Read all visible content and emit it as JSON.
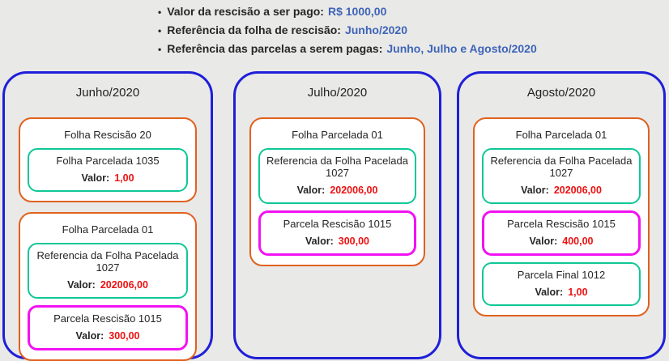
{
  "colors": {
    "page_background": "#e9e9e7",
    "column_border_blue": "#1f1fd9",
    "card_border_orange": "#e0611f",
    "parcel_border_green": "#0ec797",
    "parcel_border_magenta": "#f212f2",
    "value_red": "#ee1111",
    "header_value_blue": "#3e64b8",
    "text": "#262626"
  },
  "header": {
    "bullet_glyph": "•",
    "bullets": [
      {
        "label": "Valor da rescisão a ser pago:",
        "value": "R$ 1000,00"
      },
      {
        "label": "Referência da folha de rescisão:",
        "value": "Junho/2020"
      },
      {
        "label": "Referência das parcelas a serem pagas:",
        "value": "Junho, Julho e Agosto/2020"
      }
    ]
  },
  "columns": [
    {
      "title": "Junho/2020",
      "cards": [
        {
          "title": "Folha Rescisão 20",
          "items": [
            {
              "type": "green",
              "title": "Folha Parcelada 1035",
              "valor_label": "Valor:",
              "valor": "1,00"
            }
          ]
        },
        {
          "title": "Folha Parcelada 01",
          "items": [
            {
              "type": "green",
              "title": "Referencia da Folha Pacelada 1027",
              "valor_label": "Valor:",
              "valor": "202006,00"
            },
            {
              "type": "magenta",
              "title": "Parcela Rescisão 1015",
              "valor_label": "Valor:",
              "valor": "300,00"
            }
          ]
        }
      ]
    },
    {
      "title": "Julho/2020",
      "cards": [
        {
          "title": "Folha Parcelada 01",
          "items": [
            {
              "type": "green",
              "title": "Referencia da Folha Pacelada 1027",
              "valor_label": "Valor:",
              "valor": "202006,00"
            },
            {
              "type": "magenta",
              "title": "Parcela Rescisão 1015",
              "valor_label": "Valor:",
              "valor": "300,00"
            }
          ]
        }
      ]
    },
    {
      "title": "Agosto/2020",
      "cards": [
        {
          "title": "Folha Parcelada 01",
          "items": [
            {
              "type": "green",
              "title": "Referencia da Folha Pacelada 1027",
              "valor_label": "Valor:",
              "valor": "202006,00"
            },
            {
              "type": "magenta",
              "title": "Parcela Rescisão 1015",
              "valor_label": "Valor:",
              "valor": "400,00"
            },
            {
              "type": "green",
              "title": "Parcela Final 1012",
              "valor_label": "Valor:",
              "valor": "1,00"
            }
          ]
        }
      ]
    }
  ]
}
